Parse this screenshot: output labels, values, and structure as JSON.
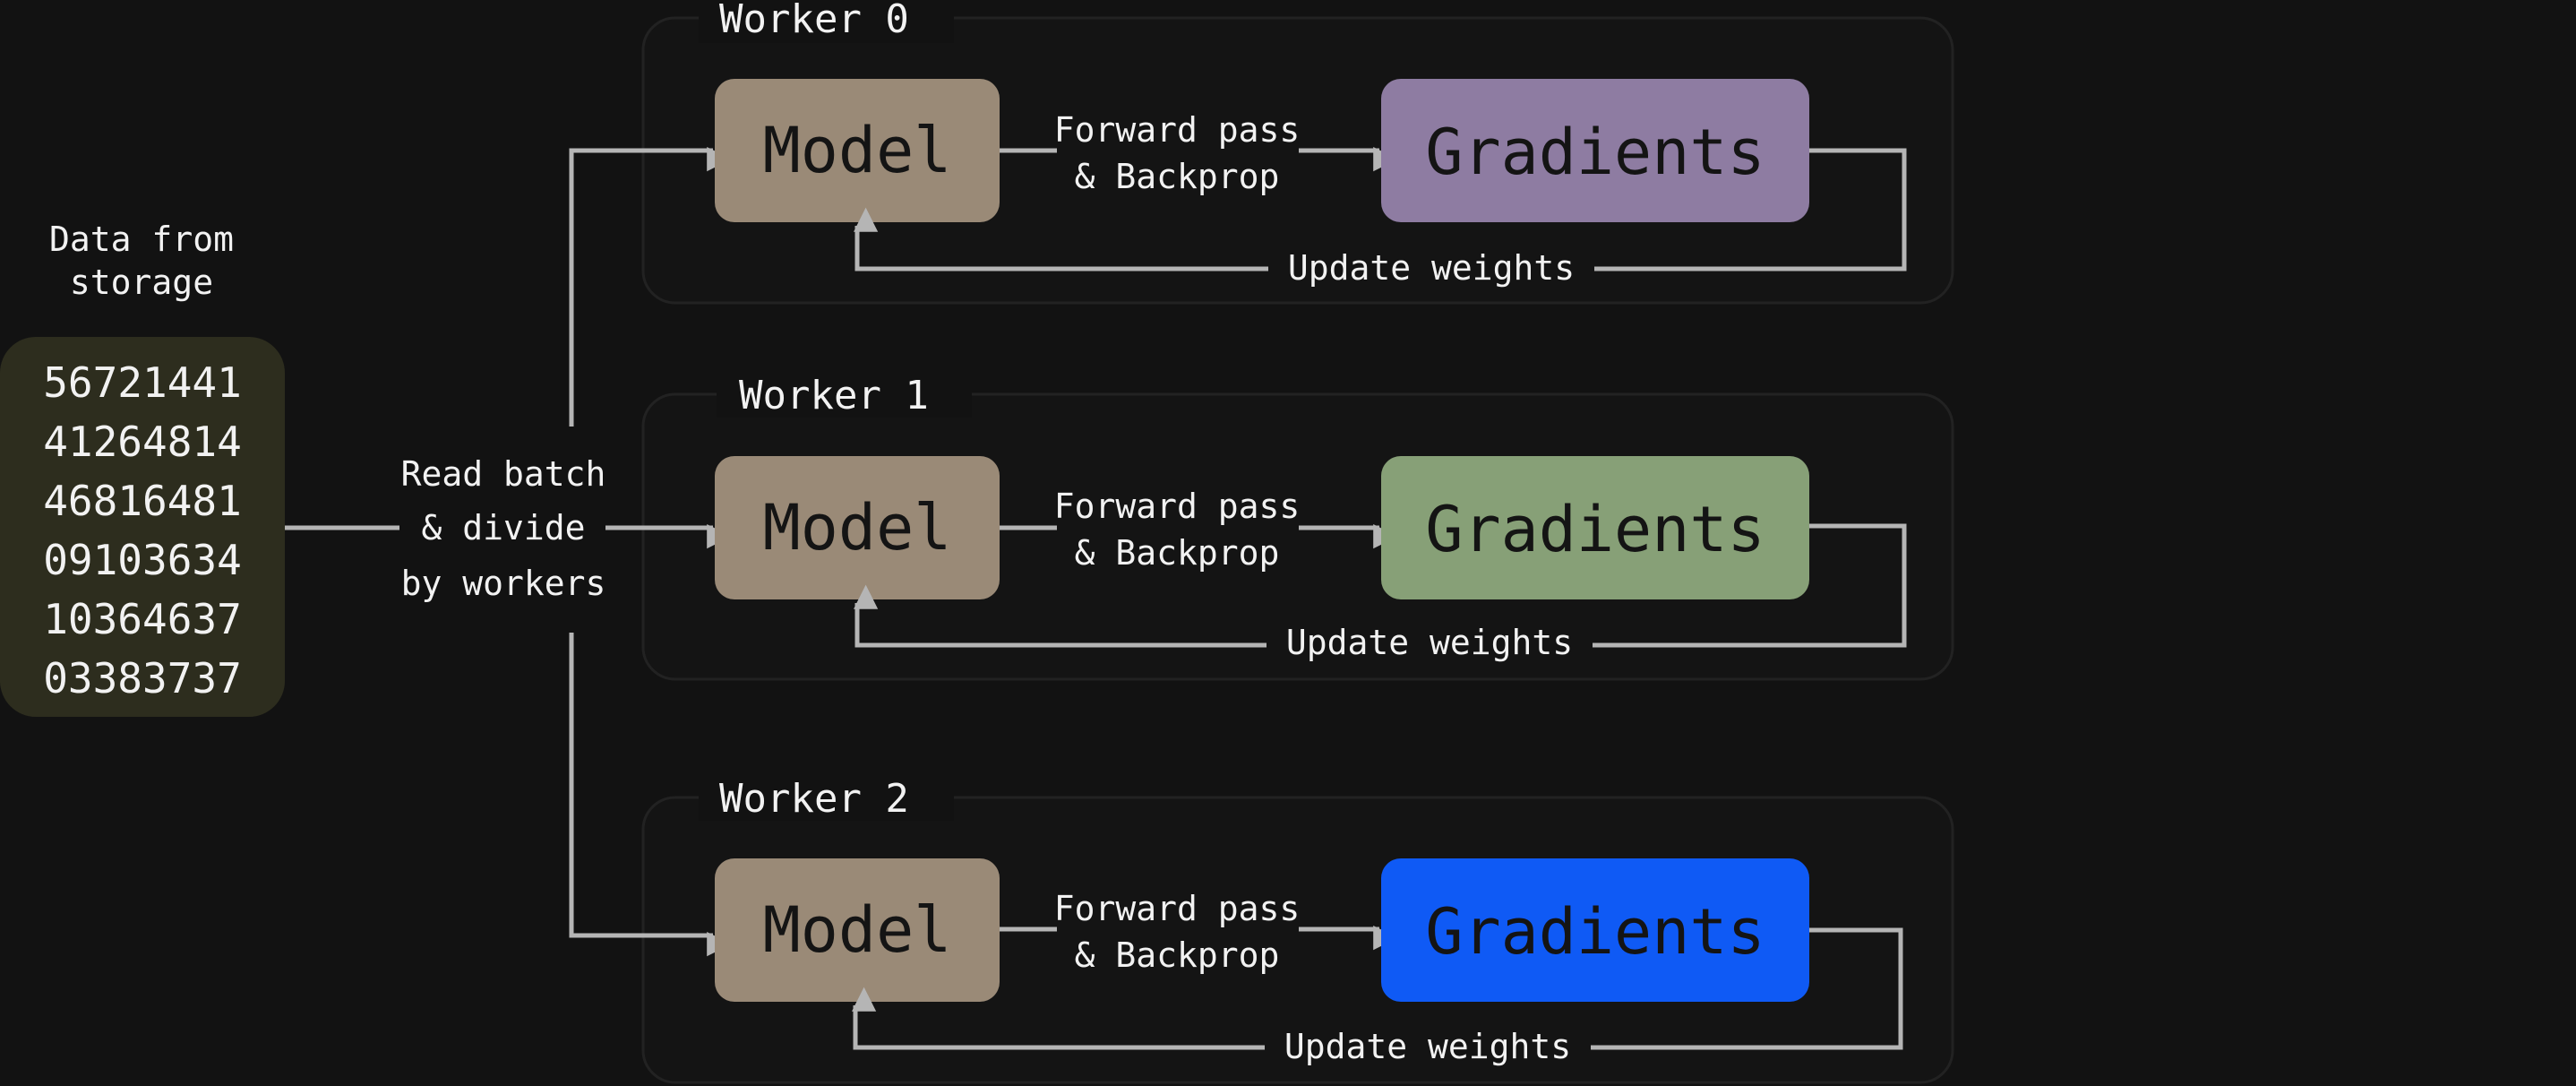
{
  "colors": {
    "background": "#121212",
    "panel_border": "#222222",
    "connector": "#b5b5b5",
    "model_box": "#9a8a77",
    "data_box": "#2d2d1e",
    "text_light": "#f2f2f2",
    "text_dark": "#141414"
  },
  "data_source": {
    "label_lines": [
      "Data from",
      "storage"
    ],
    "rows": [
      "56721441",
      "41264814",
      "46816481",
      "09103634",
      "10364637",
      "03383737"
    ]
  },
  "splitter": {
    "label_lines": [
      "Read batch",
      "& divide",
      "by workers"
    ]
  },
  "workers": [
    {
      "title": "Worker 0",
      "model_label": "Model",
      "edge_label_lines": [
        "Forward pass",
        "& Backprop"
      ],
      "gradients_label": "Gradients",
      "gradients_color": "#8e7ca2",
      "update_label": "Update weights"
    },
    {
      "title": "Worker 1",
      "model_label": "Model",
      "edge_label_lines": [
        "Forward pass",
        "& Backprop"
      ],
      "gradients_label": "Gradients",
      "gradients_color": "#87a077",
      "update_label": "Update weights"
    },
    {
      "title": "Worker 2",
      "model_label": "Model",
      "edge_label_lines": [
        "Forward pass",
        "& Backprop"
      ],
      "gradients_label": "Gradients",
      "gradients_color": "#0f5af5",
      "update_label": "Update weights"
    }
  ]
}
